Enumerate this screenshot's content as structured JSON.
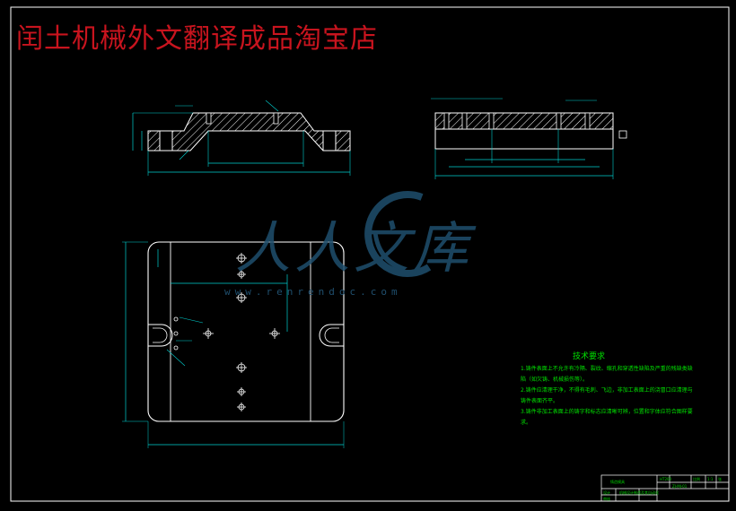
{
  "header": {
    "title": "闰土机械外文翻译成品淘宝店"
  },
  "watermark": {
    "logo_text": "人人文库",
    "url": "www.renrendoc.com"
  },
  "colors": {
    "background": "#000000",
    "outline": "#ffffff",
    "hatch": "#ffffff",
    "dimension": "#00d0d0",
    "notes": "#00e000",
    "title": "#c8141e",
    "watermark": "#1f4f6e"
  },
  "tech_notes": {
    "title": "技术要求",
    "items": [
      "1.铸件表面上不允许有冷隔、裂纹、缩孔和穿透性缺陷及严重的残缺类缺陷（如欠铸、机械损伤等）。",
      "2.铸件应清理干净，不得有毛刺、飞边，非加工表面上的浇冒口应清理与铸件表面齐平。",
      "3.铸件非加工表面上的铸字和标志应清晰可辨，位置和字体应符合图样要求。"
    ]
  },
  "title_block": {
    "part_name": "铸造模具",
    "material": "HT200",
    "drawing_no": "ZJ-MJ-01",
    "label_design": "设计",
    "label_check": "审核",
    "label_scale": "比例",
    "scale": "1:1",
    "label_sheet": "张",
    "company": "机械设计制造及其自动化"
  }
}
